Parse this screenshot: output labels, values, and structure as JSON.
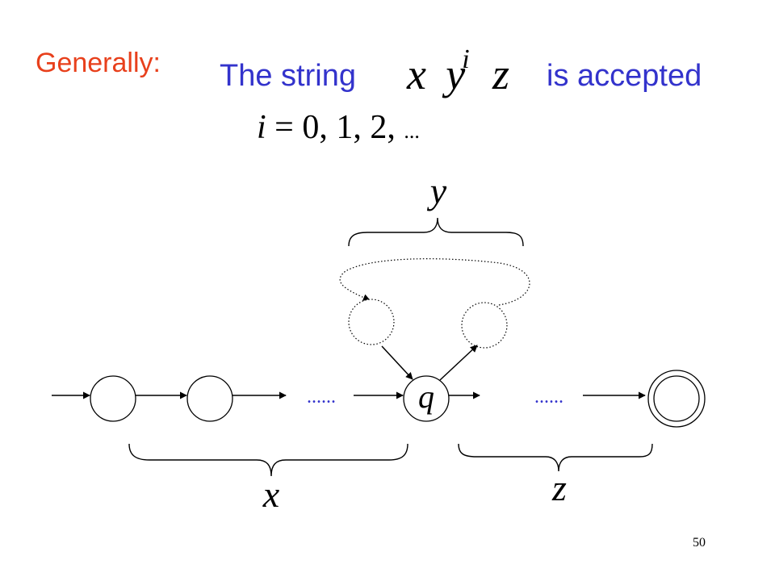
{
  "slide": {
    "heading": "Generally:",
    "phrase_left": "The string",
    "phrase_right": "is accepted",
    "expression": {
      "x": "x",
      "y": "y",
      "exp": "i",
      "z": "z"
    },
    "index_range": {
      "var": "i",
      "eq": " = ",
      "list": "0, 1, 2, ",
      "ellipsis": "..."
    },
    "slide_number": "50",
    "colors": {
      "heading": "#e8401c",
      "phrase": "#3333cc",
      "ink": "#000000"
    }
  },
  "diagram": {
    "state_label_q": "q",
    "ellipsis_left": "......",
    "ellipsis_right": "......",
    "brace_label_y": "y",
    "brace_label_x": "x",
    "brace_label_z": "z",
    "states": [
      "start state",
      "state 2",
      "loop state 1",
      "state q",
      "loop state 2",
      "accepting state"
    ]
  }
}
